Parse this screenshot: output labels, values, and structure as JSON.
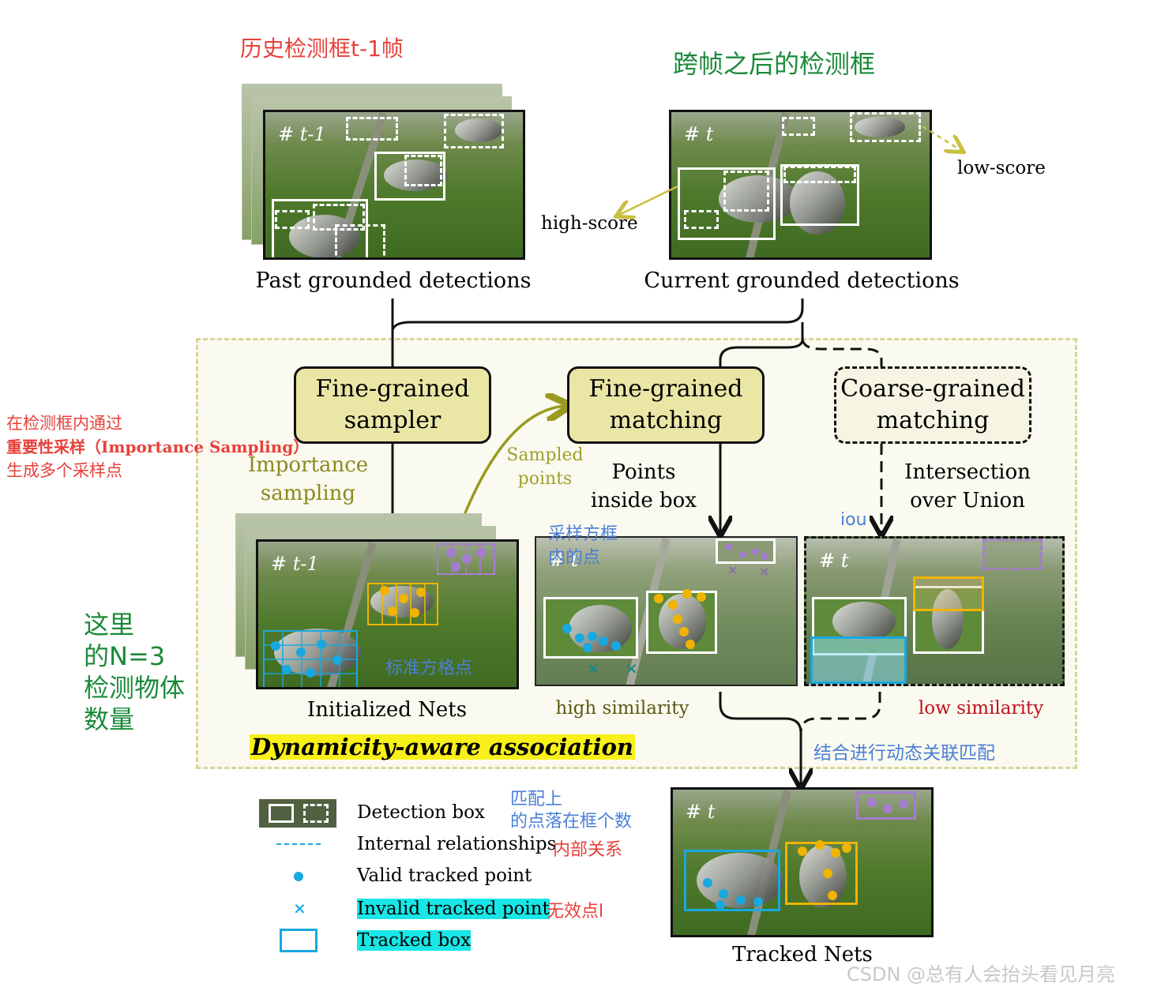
{
  "annotations_cn": {
    "history_label": "历史检测框t-1帧",
    "after_label": "跨帧之后的检测框",
    "sampler_note_line1": "在检测框内通过",
    "sampler_note_line2": "重要性采样（Importance Sampling）",
    "sampler_note_line3": "生成多个采样点",
    "n_note_line1": "这里",
    "n_note_line2": "的N=3",
    "n_note_line3": "检测物体",
    "n_note_line4": "数量",
    "grid_points": "标准方格点",
    "points_in_box_line1": "采样方框",
    "points_in_box_line2": "内的点",
    "iou": "iou",
    "combine": "结合进行动态关联匹配",
    "match_count_line1": "匹配上",
    "match_count_line2": "的点落在框个数",
    "internal": "内部关系",
    "invalid": "无效点l"
  },
  "frames": {
    "past_label": "# t-1",
    "current_label": "# t",
    "init_label": "# t-1",
    "fine_label": "# t",
    "coarse_label": "# t",
    "tracked_label": "# t"
  },
  "captions": {
    "past": "Past grounded detections",
    "current": "Current grounded detections",
    "high_score": "high-score",
    "low_score": "low-score",
    "initialized": "Initialized Nets",
    "tracked": "Tracked Nets"
  },
  "nodes": {
    "sampler": "Fine-grained sampler",
    "fine_matching": "Fine-grained matching",
    "coarse_matching": "Coarse-grained matching"
  },
  "edge_labels": {
    "importance_1": "Importance",
    "importance_2": "sampling",
    "sampled_1": "Sampled",
    "sampled_2": "points",
    "inside_1": "Points",
    "inside_2": "inside box",
    "iou_1": "Intersection",
    "iou_2": "over Union",
    "high_sim": "high similarity",
    "low_sim": "low similarity"
  },
  "region_title": "Dynamicity-aware association",
  "legend": {
    "detection_box": "Detection box",
    "internal": "Internal relationships",
    "valid": "Valid tracked point",
    "invalid": "Invalid tracked point",
    "tracked_box": "Tracked box"
  },
  "watermark": "CSDN @总有人会抬头看见月亮",
  "colors": {
    "cn_red": "#e8403a",
    "cn_green": "#1a8a3a",
    "cn_blue": "#4a7fd6",
    "olive": "#8a8a20",
    "cyan": "#18a8e0",
    "orange": "#f0b400",
    "purple": "#a57dd0",
    "dark_red": "#c0101a",
    "node_fill": "#eae6a6",
    "region_bg": "#fbfaf0"
  }
}
